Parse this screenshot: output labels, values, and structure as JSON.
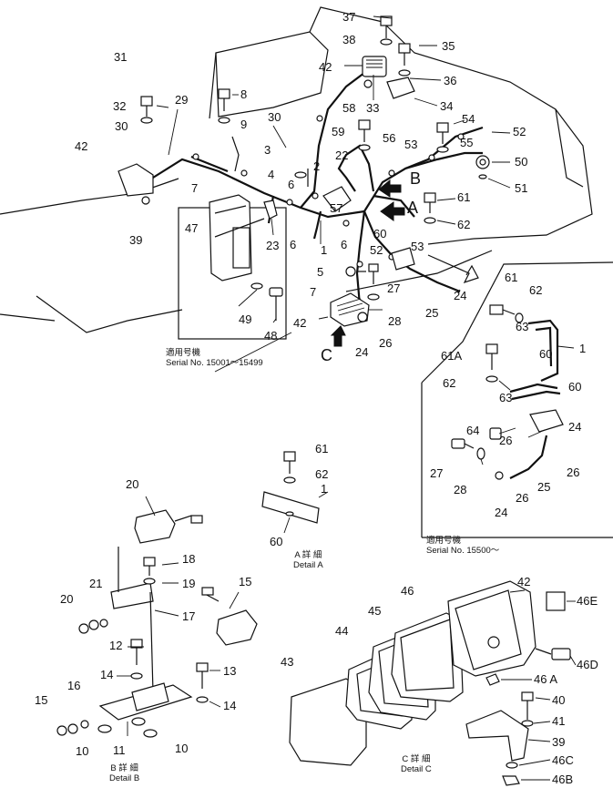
{
  "colors": {
    "ink": "#111111",
    "paper": "#ffffff"
  },
  "callouts": {
    "c37": "37",
    "c38": "38",
    "c35": "35",
    "c36": "36",
    "c42a": "42",
    "c33": "33",
    "c34": "34",
    "c31": "31",
    "c29": "29",
    "c8": "8",
    "c9": "9",
    "c32": "32",
    "c30a": "30",
    "c30b": "30",
    "c58": "58",
    "c54": "54",
    "c52a": "52",
    "c55": "55",
    "c53a": "53",
    "c56": "56",
    "c59": "59",
    "c22": "22",
    "c42b": "42",
    "c3": "3",
    "c2": "2",
    "c4": "4",
    "c50": "50",
    "c51": "51",
    "c7a": "7",
    "c6a": "6",
    "c6b": "6",
    "c6c": "6",
    "c57": "57",
    "c61a": "61",
    "c62a": "62",
    "c39a": "39",
    "c47": "47",
    "c23": "23",
    "c1a": "1",
    "c60a": "60",
    "c52b": "52",
    "c53b": "53",
    "c5": "5",
    "c7b": "7",
    "c27a": "27",
    "c24a": "24",
    "c49": "49",
    "c48": "48",
    "c42c": "42",
    "c28a": "28",
    "c25a": "25",
    "c24b": "24",
    "c26a": "26",
    "c61b": "61",
    "c62b": "62",
    "c63a": "63",
    "c60b": "60",
    "c1b": "1",
    "c61A": "61A",
    "c62c": "62",
    "c63b": "63",
    "c60c": "60",
    "c64": "64",
    "c24c": "24",
    "c26b": "26",
    "c27b": "27",
    "c28b": "28",
    "c26c": "26",
    "c25b": "25",
    "c26d": "26",
    "c24d": "24",
    "c61c": "61",
    "c62d": "62",
    "c1c": "1",
    "c60d": "60",
    "c20a": "20",
    "c18": "18",
    "c19": "19",
    "c15a": "15",
    "c20b": "20",
    "c21": "21",
    "c17": "17",
    "c12": "12",
    "c14a": "14",
    "c13": "13",
    "c14b": "14",
    "c15b": "15",
    "c16": "16",
    "c10a": "10",
    "c11": "11",
    "c10b": "10",
    "c42d": "42",
    "c46": "46",
    "c45": "45",
    "c44": "44",
    "c43": "43",
    "c46E": "46E",
    "c46D": "46D",
    "c46A": "46 A",
    "c40": "40",
    "c41": "41",
    "c39b": "39",
    "c46C": "46C",
    "c46B": "46B"
  },
  "arrows": {
    "A": "A",
    "B": "B",
    "C": "C"
  },
  "captions": {
    "serial_left": [
      "適用号機",
      "Serial  No.  15001～15499"
    ],
    "serial_right": [
      "適用号機",
      "Serial  No.  15500～"
    ],
    "detail_a": [
      "A 詳 細",
      "Detail A"
    ],
    "detail_b": [
      "B 詳 細",
      "Detail B"
    ],
    "detail_c": [
      "C 詳 細",
      "Detail C"
    ]
  }
}
